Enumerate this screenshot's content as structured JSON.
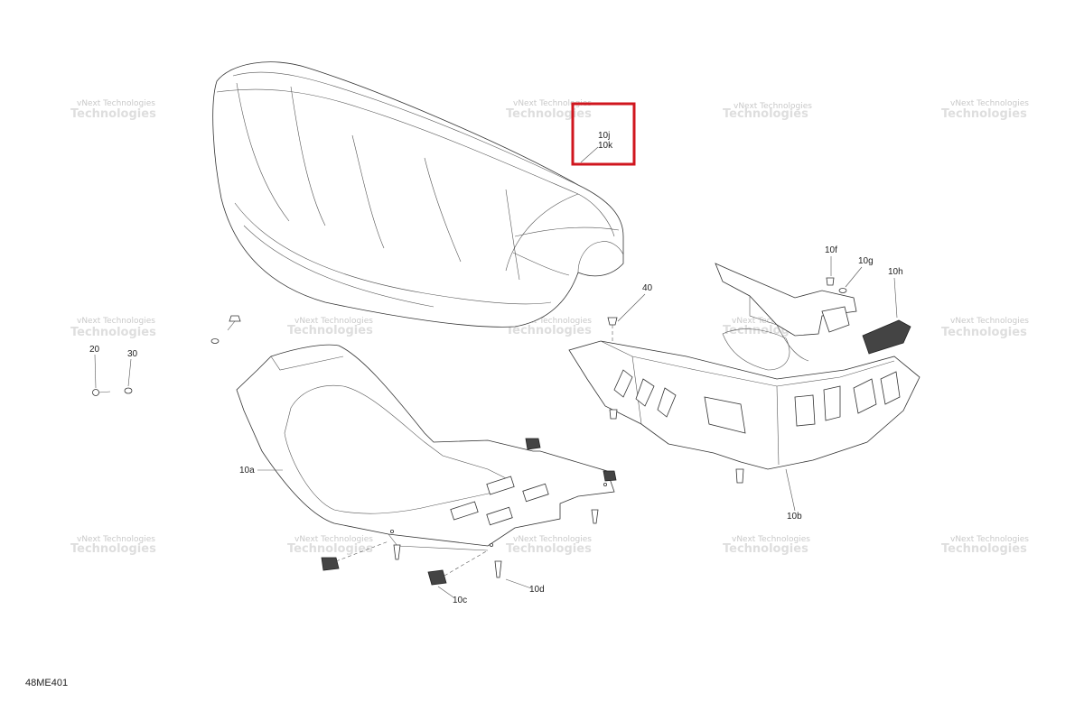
{
  "diagram": {
    "part_code": "48ME401",
    "watermark_line1": "vNext Technologies",
    "watermark_line2": "Technologies",
    "callouts": {
      "c_10j": "10j",
      "c_10k": "10k",
      "c_10f": "10f",
      "c_10g": "10g",
      "c_10h": "10h",
      "c_40": "40",
      "c_20": "20",
      "c_30": "30",
      "c_10a": "10a",
      "c_10b": "10b",
      "c_10c": "10c",
      "c_10d": "10d"
    },
    "highlight_color": "#d0161e"
  }
}
